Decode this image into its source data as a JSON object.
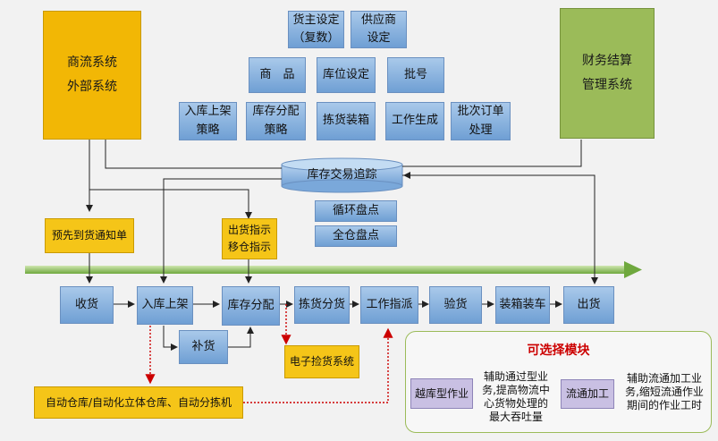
{
  "external": {
    "commerce": "商流系统\n外部系统",
    "finance": "财务结算\n管理系统"
  },
  "config": {
    "owner": "货主设定\n（复数）",
    "supplier": "供应商\n设定",
    "product": "商　品",
    "location": "库位设定",
    "lot": "批号",
    "inbound_strategy": "入库上架\n策略",
    "allocation_strategy": "库存分配\n策略",
    "picking_packing": "拣货装箱",
    "work_gen": "工作生成",
    "batch_order": "批次订单\n处理"
  },
  "tracking": {
    "db_label": "库存交易追踪",
    "cycle_count": "循环盘点",
    "full_count": "全仓盘点"
  },
  "notices": {
    "asn": "预先到货通知单",
    "shipment_instr": "出货指示\n移仓指示"
  },
  "flow": {
    "receive": "收货",
    "putaway": "入库上架",
    "allocate": "库存分配",
    "picking": "拣货分货",
    "work_instr": "工作指派",
    "inspect": "验货",
    "pack_load": "装箱装车",
    "ship": "出货",
    "replenish": "补货"
  },
  "auto": {
    "electronic_picking": "电子捡货系统",
    "warehouse_auto": "自动仓库/自动化立体仓库、自动分拣机"
  },
  "optional": {
    "title": "可选择模块",
    "crossdock": "越库型作业",
    "crossdock_desc": "辅助通过型业\n务,提高物流中\n心货物处理的\n最大吞吐量",
    "processing": "流通加工",
    "processing_desc": "辅助流通加工业\n务,缩短流通作业\n期间的作业工时"
  },
  "colors": {
    "blue_top": "#a9c9ea",
    "blue_bottom": "#6f9fd4",
    "yellow": "#f2b705",
    "green": "#9bbb59",
    "purple": "#c9c0e3",
    "title_red": "#cc0000",
    "dotted_red": "#cc0000",
    "panel_border": "#9bbb59",
    "flow_bar": "#7fb24a"
  }
}
